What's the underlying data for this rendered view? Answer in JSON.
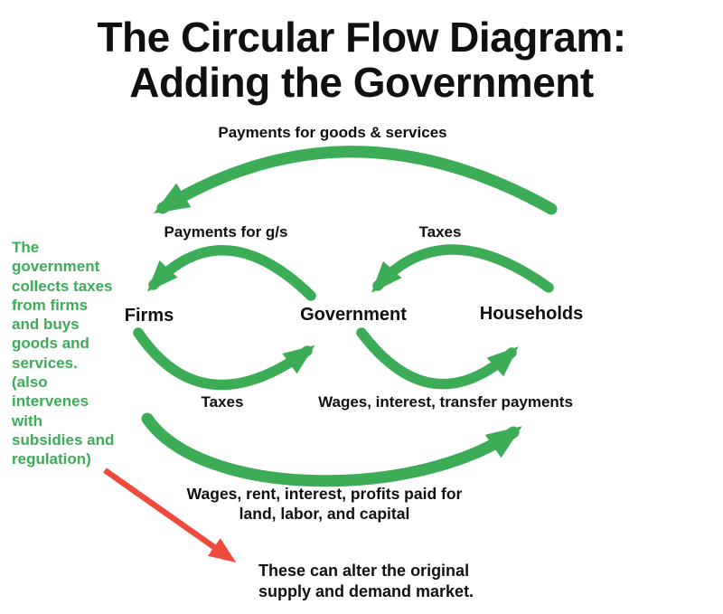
{
  "title": {
    "line1": "The Circular Flow Diagram:",
    "line2": "Adding the Government"
  },
  "nodes": {
    "firms": "Firms",
    "government": "Government",
    "households": "Households"
  },
  "flows": {
    "payments_goods_services": "Payments for goods & services",
    "payments_gs": "Payments for g/s",
    "taxes_households_to_gov": "Taxes",
    "taxes_firms_to_gov": "Taxes",
    "wages_interest_transfer": "Wages, interest, transfer payments",
    "bottom_line1": "Wages, rent, interest, profits paid for",
    "bottom_line2": "land, labor, and capital"
  },
  "side_note": {
    "lines": [
      "The",
      "government",
      "collects taxes",
      "from firms",
      "and buys",
      "goods and",
      "services.",
      "(also",
      "intervenes",
      "with",
      "subsidies and",
      "regulation)"
    ]
  },
  "callout": {
    "line1": "These can alter the original",
    "line2": "supply and demand market."
  },
  "colors": {
    "green": "#3CAC57",
    "red": "#EE4B3C",
    "ink": "#101010"
  }
}
